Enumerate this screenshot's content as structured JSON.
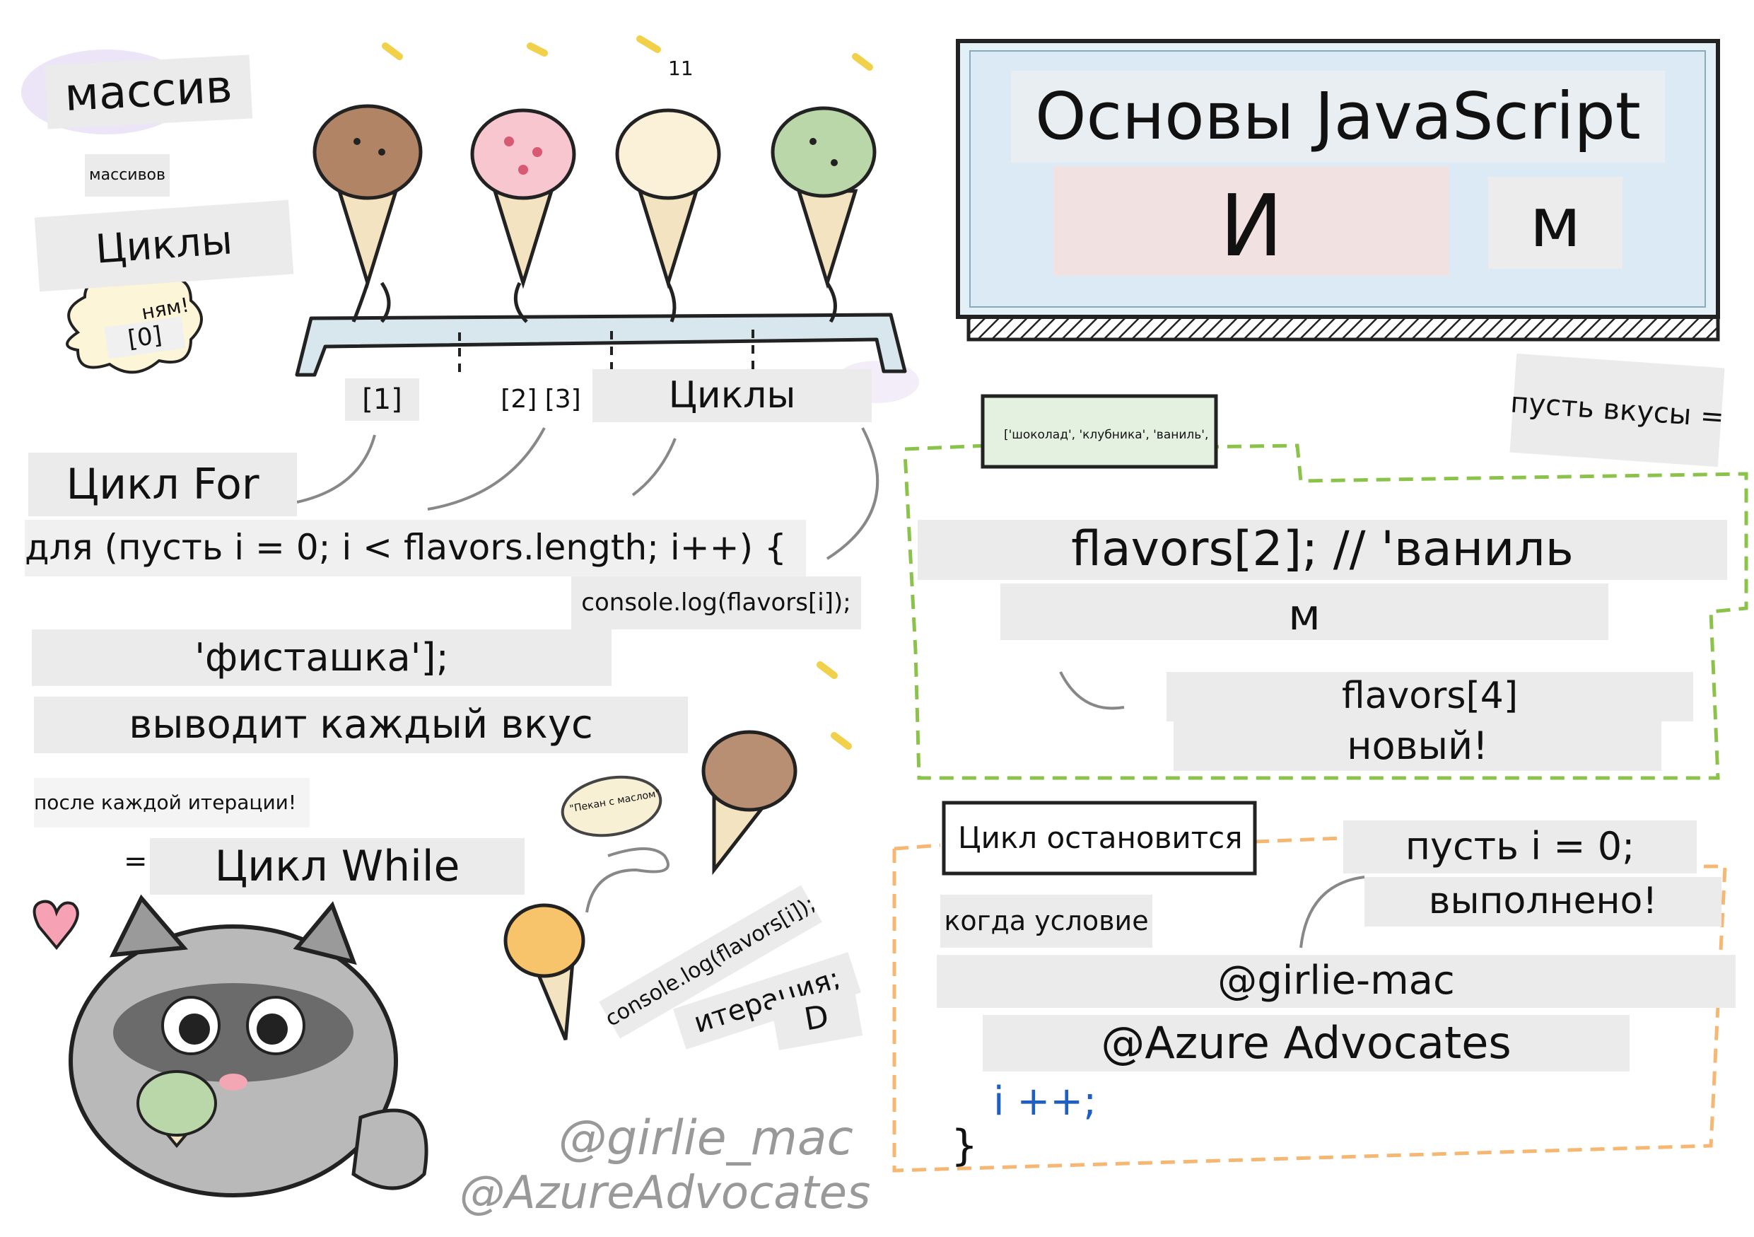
{
  "left": {
    "massiv": "массив",
    "massivov": "массивов",
    "cikly_top": "Циклы",
    "nyam": "ням!",
    "idx0": "[0]",
    "idx1": "[1]",
    "idx23": "[2] [3]",
    "cikly_mid": "Циклы",
    "idx11": "11",
    "cikl_for": "Цикл For",
    "for_code": "для (пусть i = 0; i < flavors.length; i++) {",
    "console_log": "console.log(flavors[i]);",
    "fistashka": "'фисташка'];",
    "vyvodit": "выводит каждый вкус",
    "posle": "после каждой итерации!",
    "eq_sign": "=",
    "cikl_while": "Цикл While",
    "pekan": "\"Пекан с маслом\"",
    "console_log_rot": "console.log(flavors[i]);",
    "iteraciya": "итерация;",
    "d_letter": "D",
    "sign_girlie": "@girlie_mac",
    "sign_azure": "@AzureAdvocates"
  },
  "right": {
    "title": "Основы JavaScript",
    "title_i": "И",
    "title_m": "м",
    "pust_vkusy": "пусть вкусы =",
    "array_values": "['шоколад', 'клубника', 'ваниль',",
    "flavors2": "flavors[2]; // 'ваниль",
    "m_box": "м",
    "flavors4": "flavors[4]",
    "novyi": "новый!",
    "cikl_ostanovitsya": "Цикл остановится",
    "pust_i0": "пусть i = 0;",
    "vypolneno": "выполнено!",
    "kogda": "когда условие",
    "small_tag": "...",
    "girlie": "@girlie-mac",
    "azure": "@Azure Advocates",
    "i_plus": "i ++;",
    "close_brace": "}"
  },
  "colors": {
    "label_bg": "#ebebeb",
    "title_box_bg": "#e3f0f8",
    "green_dash": "#8bc34a",
    "orange_dash": "#f5b772",
    "pink_box": "#f1e1e1",
    "green_box": "#e4f1e0"
  },
  "icons": [
    "ice-cream-chocolate-icon",
    "ice-cream-strawberry-icon",
    "ice-cream-vanilla-icon",
    "ice-cream-mint-icon",
    "raccoon-icon",
    "heart-icon"
  ]
}
